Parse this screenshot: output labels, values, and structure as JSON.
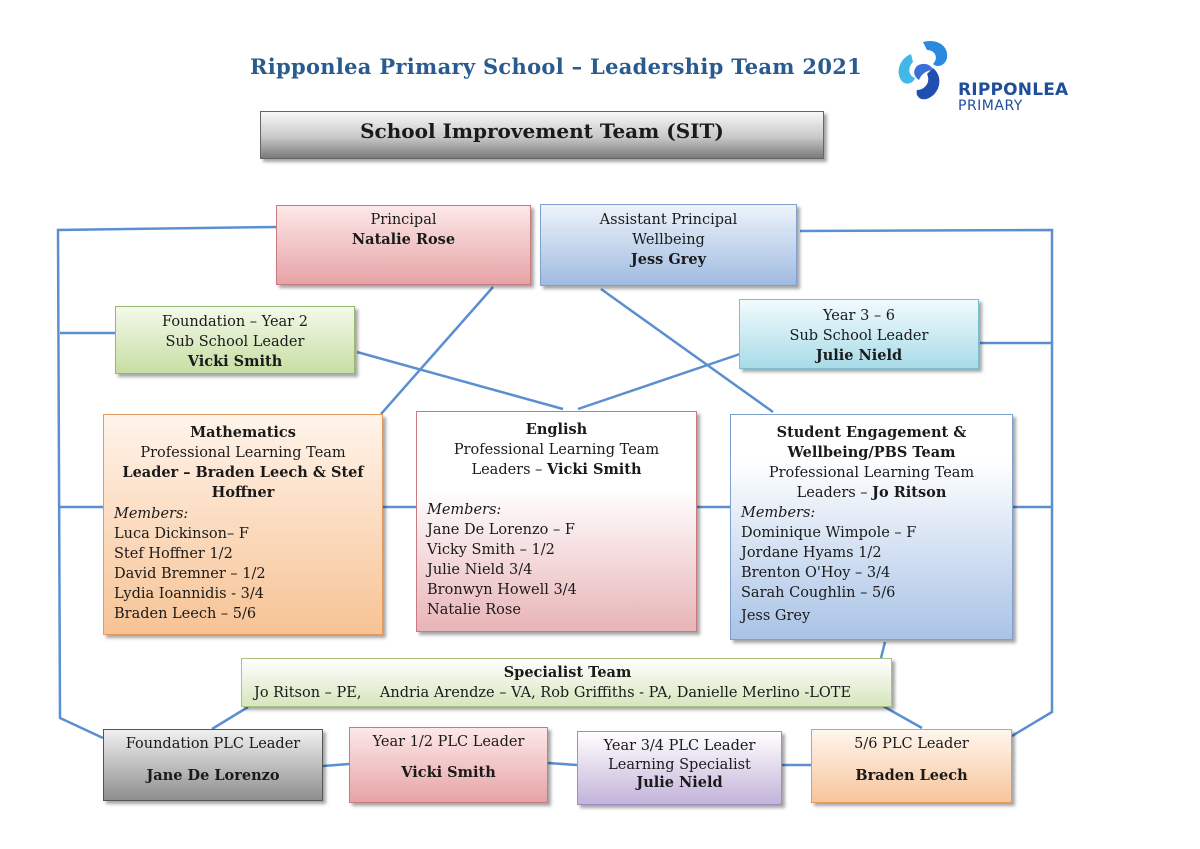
{
  "header": {
    "title": "Ripponlea Primary School – Leadership Team 2021",
    "logo_line1": "RIPPONLEA",
    "logo_line2": "PRIMARY"
  },
  "sit": {
    "label": "School Improvement Team (SIT)"
  },
  "principal": {
    "role": "Principal",
    "name": "Natalie Rose"
  },
  "assistant": {
    "role": "Assistant Principal",
    "area": "Wellbeing",
    "name": "Jess Grey"
  },
  "foundation_sub": {
    "role": "Foundation – Year 2",
    "area": "Sub School Leader",
    "name": "Vicki Smith"
  },
  "year36_sub": {
    "role": "Year 3 – 6",
    "area": "Sub School Leader",
    "name": "Julie Nield"
  },
  "maths": {
    "title": "Mathematics",
    "subtitle": "Professional Learning Team",
    "leader_line1": "Leader – Braden Leech & Stef",
    "leader_line2": "Hoffner",
    "members_label": "Members:",
    "members": [
      "Luca Dickinson– F",
      "Stef Hoffner 1/2",
      "David Bremner – 1/2",
      "Lydia Ioannidis - 3/4",
      "Braden Leech – 5/6"
    ]
  },
  "english": {
    "title": "English",
    "subtitle": "Professional Learning Team",
    "leaders_prefix": "Leaders – ",
    "leaders_name": "Vicki Smith",
    "members_label": "Members:",
    "members": [
      "Jane De Lorenzo – F",
      "Vicky Smith – 1/2",
      "Julie Nield 3/4",
      "Bronwyn Howell 3/4",
      "Natalie Rose"
    ]
  },
  "engagement": {
    "title_line1": "Student Engagement &",
    "title_line2": "Wellbeing/PBS Team",
    "subtitle": "Professional Learning Team",
    "leaders_prefix": "Leaders – ",
    "leaders_name": "Jo Ritson",
    "members_label": "Members:",
    "members": [
      "Dominique Wimpole – F",
      "Jordane Hyams 1/2",
      "Brenton O'Hoy – 3/4",
      "Sarah Coughlin – 5/6",
      "Jess Grey"
    ]
  },
  "specialist": {
    "title": "Specialist Team",
    "members": "Jo Ritson – PE,    Andria Arendze – VA, Rob Griffiths - PA, Danielle Merlino -LOTE"
  },
  "plc": {
    "foundation": {
      "role": "Foundation PLC Leader",
      "name": "Jane De Lorenzo"
    },
    "year12": {
      "role": "Year 1/2 PLC Leader",
      "name": "Vicki Smith"
    },
    "year34": {
      "role": "Year 3/4 PLC Leader",
      "area": "Learning Specialist",
      "name": "Julie Nield"
    },
    "year56": {
      "role": "5/6 PLC Leader",
      "name": "Braden Leech"
    }
  }
}
